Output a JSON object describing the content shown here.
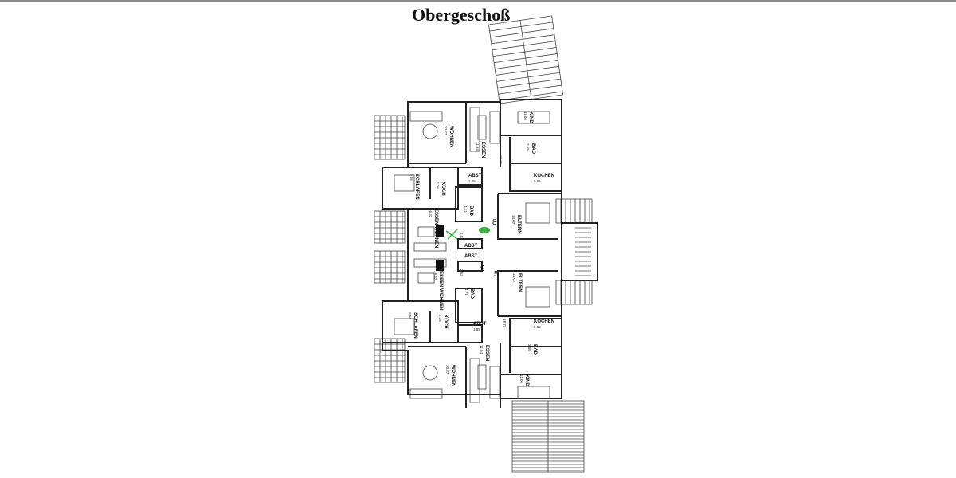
{
  "title": "Obergeschoß",
  "rooms": [
    {
      "name": "WOHNEN",
      "area": "20.27"
    },
    {
      "name": "ESSEN",
      "area": "11.94"
    },
    {
      "name": "KIND",
      "area": "11.06"
    },
    {
      "name": "BAD",
      "area": "3.55"
    },
    {
      "name": "KOCHEN",
      "area": "6.55"
    },
    {
      "name": "ABST",
      "area": "1.85"
    },
    {
      "name": "",
      "area": "18.71"
    },
    {
      "name": "SCHLAFEN",
      "area": "9.56"
    },
    {
      "name": "KOCH",
      "area": "2.36"
    },
    {
      "name": "BAD",
      "area": "4.71"
    },
    {
      "name": "ESSEN WOHNEN",
      "area": "16.42"
    },
    {
      "name": "ELTERN",
      "area": "14.07"
    },
    {
      "name": "ABST",
      "area": ""
    },
    {
      "name": "ABST",
      "area": ""
    },
    {
      "name": "",
      "area": "2.52"
    },
    {
      "name": "ESSEN WOHNEN",
      "area": "16.42"
    },
    {
      "name": "BAD",
      "area": "4.71"
    },
    {
      "name": "SCHLAFEN",
      "area": "9.56"
    },
    {
      "name": "KOCH",
      "area": "2.36"
    },
    {
      "name": "ABST",
      "area": "1.85"
    },
    {
      "name": "ELTERN",
      "area": "14.07"
    },
    {
      "name": "KOCHEN",
      "area": "6.55"
    },
    {
      "name": "",
      "area": "18.71"
    },
    {
      "name": "BAD",
      "area": "3.55"
    },
    {
      "name": "ESSEN",
      "area": "11.94"
    },
    {
      "name": "WOHNEN",
      "area": "20.27"
    },
    {
      "name": "KIND",
      "area": "11.06"
    },
    {
      "name": "",
      "area": "2.52"
    }
  ],
  "markers": [
    "8",
    "9",
    "5"
  ],
  "colors": {
    "walls": "#222222",
    "highlight": "#3cb043"
  }
}
